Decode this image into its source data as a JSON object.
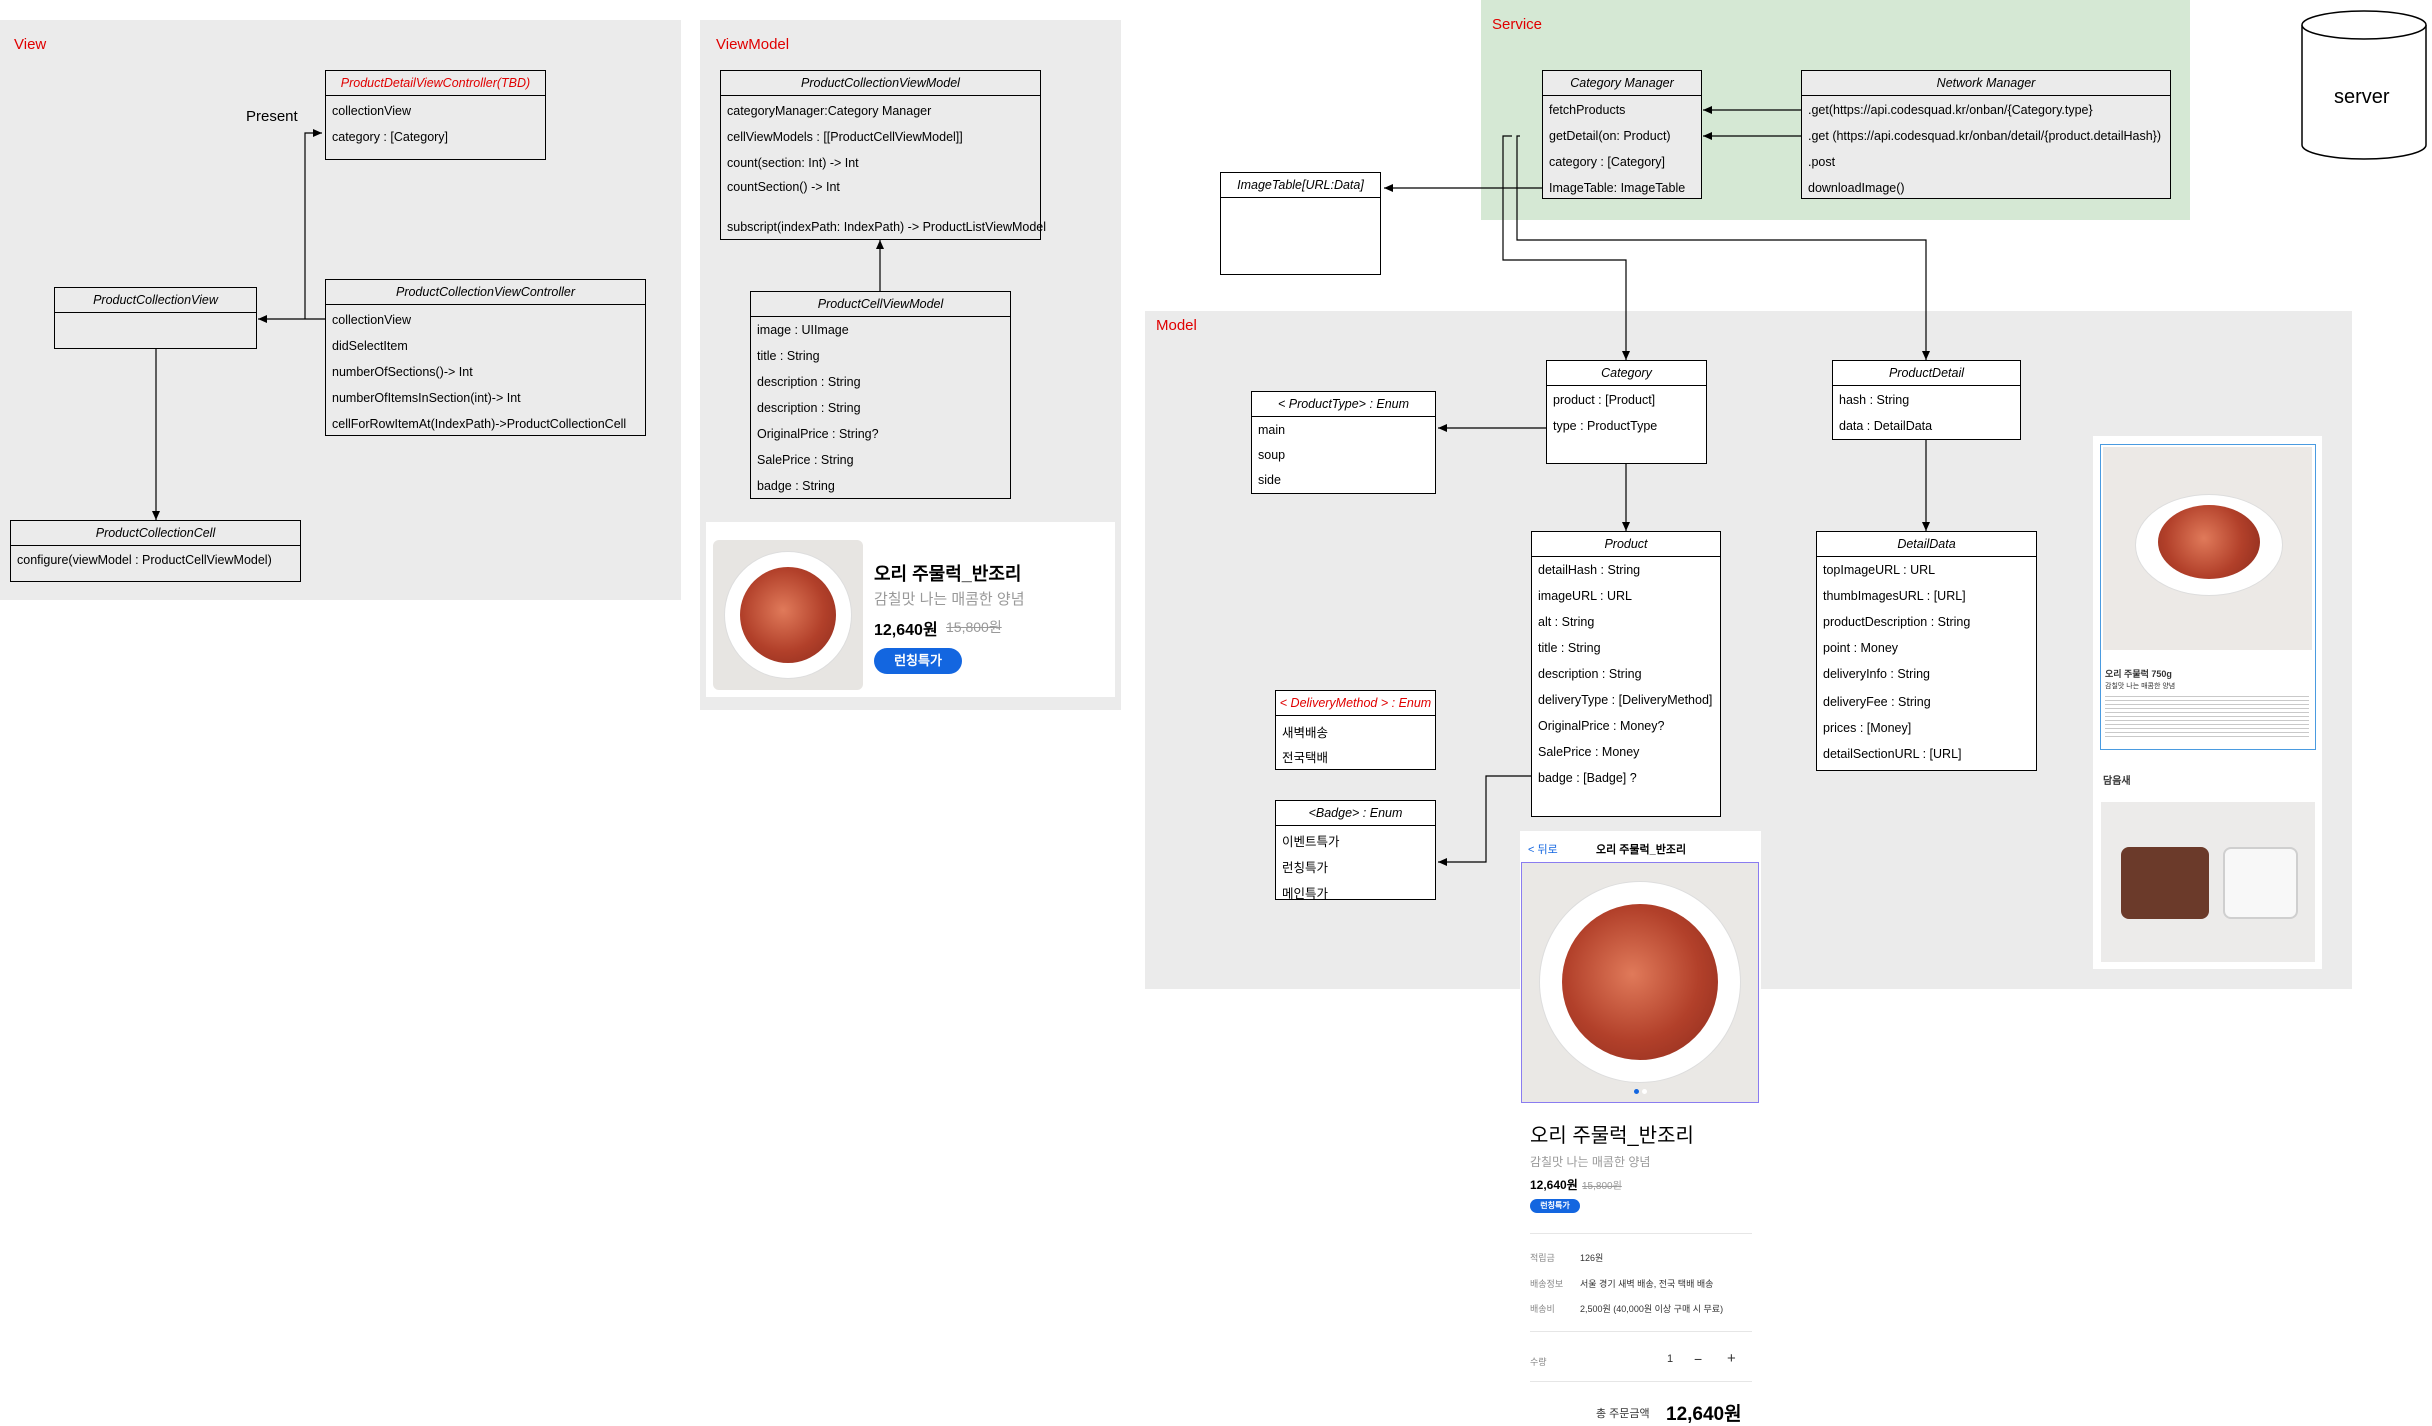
{
  "panels": {
    "view": "View",
    "viewmodel": "ViewModel",
    "service": "Service",
    "model": "Model"
  },
  "labels": {
    "present": "Present",
    "server": "server"
  },
  "view_classes": {
    "detail_vc": {
      "title": "ProductDetailViewController(TBD)",
      "rows": [
        "collectionView",
        "category : [Category]"
      ]
    },
    "collection_view": {
      "title": "ProductCollectionView"
    },
    "collection_vc": {
      "title": "ProductCollectionViewController",
      "rows": [
        "collectionView",
        "didSelectItem",
        "numberOfSections()-> Int",
        "numberOfItemsInSection(int)-> Int",
        "cellForRowItemAt(IndexPath)->ProductCollectionCell"
      ]
    },
    "cell": {
      "title": "ProductCollectionCell",
      "rows": [
        "configure(viewModel : ProductCellViewModel)"
      ]
    }
  },
  "viewmodel_classes": {
    "collection_vm": {
      "title": "ProductCollectionViewModel",
      "rows": [
        "categoryManager:Category Manager",
        "cellViewModels : [[ProductCellViewModel]]",
        "count(section: Int) -> Int",
        "countSection() -> Int",
        "subscript(indexPath: IndexPath) -> ProductListViewModel"
      ]
    },
    "cell_vm": {
      "title": "ProductCellViewModel",
      "rows": [
        "image : UIImage",
        "title : String",
        "description : String",
        "description : String",
        "OriginalPrice : String?",
        "SalePrice : String",
        "badge :  String"
      ]
    }
  },
  "service_classes": {
    "category_manager": {
      "title": "Category Manager",
      "rows": [
        "fetchProducts",
        "getDetail(on: Product)",
        "category : [Category]",
        "ImageTable: ImageTable"
      ]
    },
    "network_manager": {
      "title": "Network Manager",
      "rows": [
        ".get(https://api.codesquad.kr/onban/{Category.type}",
        ".get (https://api.codesquad.kr/onban/detail/{product.detailHash})",
        ".post",
        "downloadImage()"
      ]
    },
    "image_table": {
      "title": "ImageTable[URL:Data]"
    }
  },
  "model_classes": {
    "product_type": {
      "title": "< ProductType>  : Enum",
      "rows": [
        "main",
        "soup",
        "side"
      ]
    },
    "category": {
      "title": "Category",
      "rows": [
        "product : [Product]",
        "type : ProductType"
      ]
    },
    "product_detail": {
      "title": "ProductDetail",
      "rows": [
        "hash : String",
        "data : DetailData"
      ]
    },
    "product": {
      "title": "Product",
      "rows": [
        "detailHash : String",
        "imageURL : URL",
        "alt : String",
        "title : String",
        "description : String",
        "deliveryType : [DeliveryMethod]",
        "OriginalPrice : Money?",
        "SalePrice : Money",
        "badge : [Badge] ?"
      ]
    },
    "detail_data": {
      "title": "DetailData",
      "rows": [
        "topImageURL : URL",
        "thumbImagesURL : [URL]",
        "productDescription : String",
        "point : Money",
        "deliveryInfo : String",
        "deliveryFee : String",
        "prices : [Money]",
        "detailSectionURL : [URL]"
      ]
    },
    "delivery_method": {
      "title": "< DeliveryMethod >  : Enum",
      "rows": [
        "새벽배송",
        "전국택배"
      ]
    },
    "badge": {
      "title": "<Badge>  : Enum",
      "rows": [
        "이벤트특가",
        "런칭특가",
        "메인특가"
      ]
    }
  },
  "cell_mock": {
    "title": "오리 주물럭_반조리",
    "subtitle": "감칠맛 나는 매콤한 양념",
    "price": "12,640원",
    "original_price": "15,800원",
    "badge": "런칭특가"
  },
  "detail_mock": {
    "back": "< 뒤로",
    "nav_title": "오리 주물럭_반조리",
    "title": "오리 주물럭_반조리",
    "subtitle": "감칠맛 나는 매콤한 양념",
    "price": "12,640원",
    "original_price": "15,800원",
    "badge": "런칭특가",
    "info": [
      {
        "label": "적립금",
        "value": "126원"
      },
      {
        "label": "배송정보",
        "value": "서울 경기 새벽 배송, 전국 택배 배송"
      },
      {
        "label": "배송비",
        "value": "2,500원 (40,000원 이상 구매 시 무료)"
      }
    ],
    "quantity_label": "수량",
    "quantity_value": "1",
    "minus": "−",
    "plus": "+",
    "total_label": "총 주문금액",
    "total_value": "12,640원"
  },
  "side_mock": {
    "product_name": "오리 주물럭 750g",
    "product_sub": "감칠맛 나는 매콤한 양념",
    "section_label": "담음새"
  },
  "colors": {
    "panel": "#ebebeb",
    "service_panel": "#d5e8d4",
    "title_red": "#e00000",
    "badge_blue": "#1366e0",
    "selection_blue": "#4a9be0",
    "selection_purple": "#8a7cf0"
  }
}
